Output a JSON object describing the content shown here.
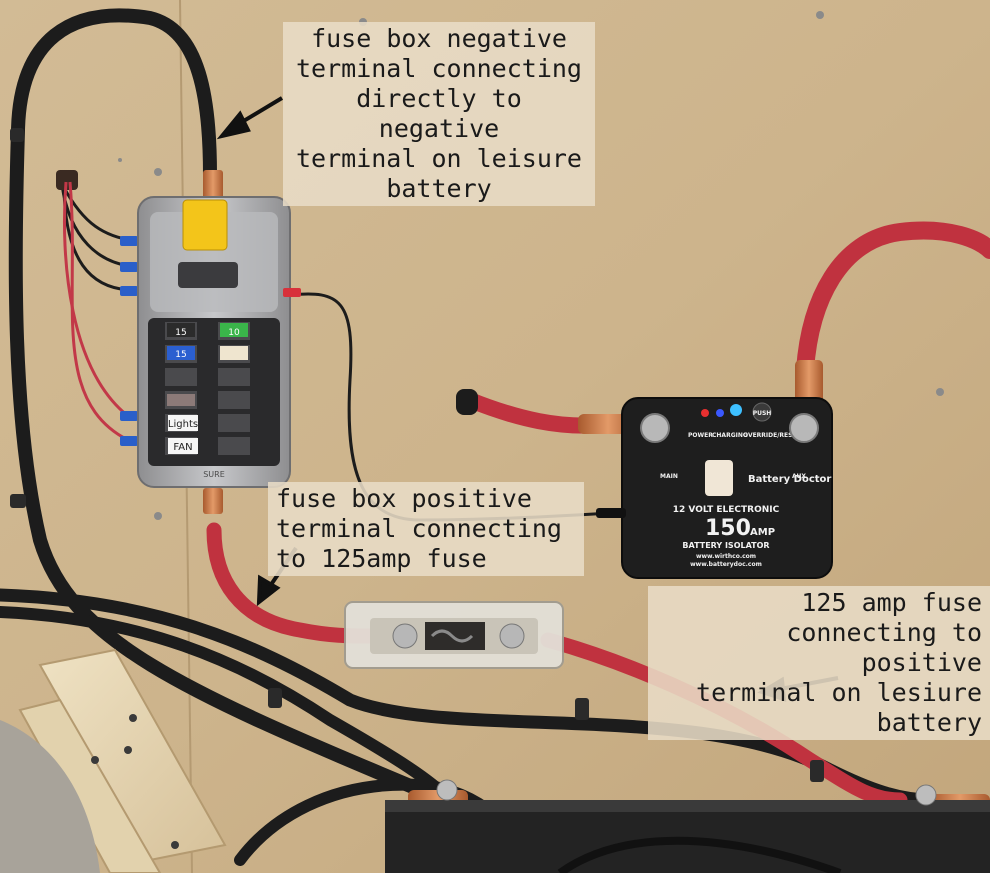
{
  "annotations": {
    "negative": "fuse box negative\nterminal connecting\ndirectly to negative\nterminal on leisure\nbattery",
    "positive": "fuse box positive\nterminal connecting\nto 125amp fuse",
    "fuse": "125 amp fuse\nconnecting to positive\nterminal on lesiure\nbattery"
  },
  "fuse_box": {
    "fuse_labels": [
      "15",
      "10",
      "15",
      "Lights",
      "FAN"
    ],
    "brand": "SURE"
  },
  "isolator": {
    "indicator_labels": [
      "POWER",
      "CHARGING",
      "OVERRIDE/RESET"
    ],
    "push_label": "PUSH",
    "brand": "Battery Doctor",
    "subtitle": "12 VOLT ELECTRONIC",
    "rating": "150",
    "rating_unit": "AMP",
    "product": "BATTERY ISOLATOR",
    "url1": "www.wirthco.com",
    "url2": "www.batterydoc.com",
    "main_label": "MAIN",
    "aux_label": "AUX"
  },
  "colors": {
    "board": "#cdb48d",
    "red_cable": "#c0323f",
    "black_cable": "#1c1c1c",
    "copper": "#c77b4a",
    "isolator_body": "#1e1e1e"
  }
}
